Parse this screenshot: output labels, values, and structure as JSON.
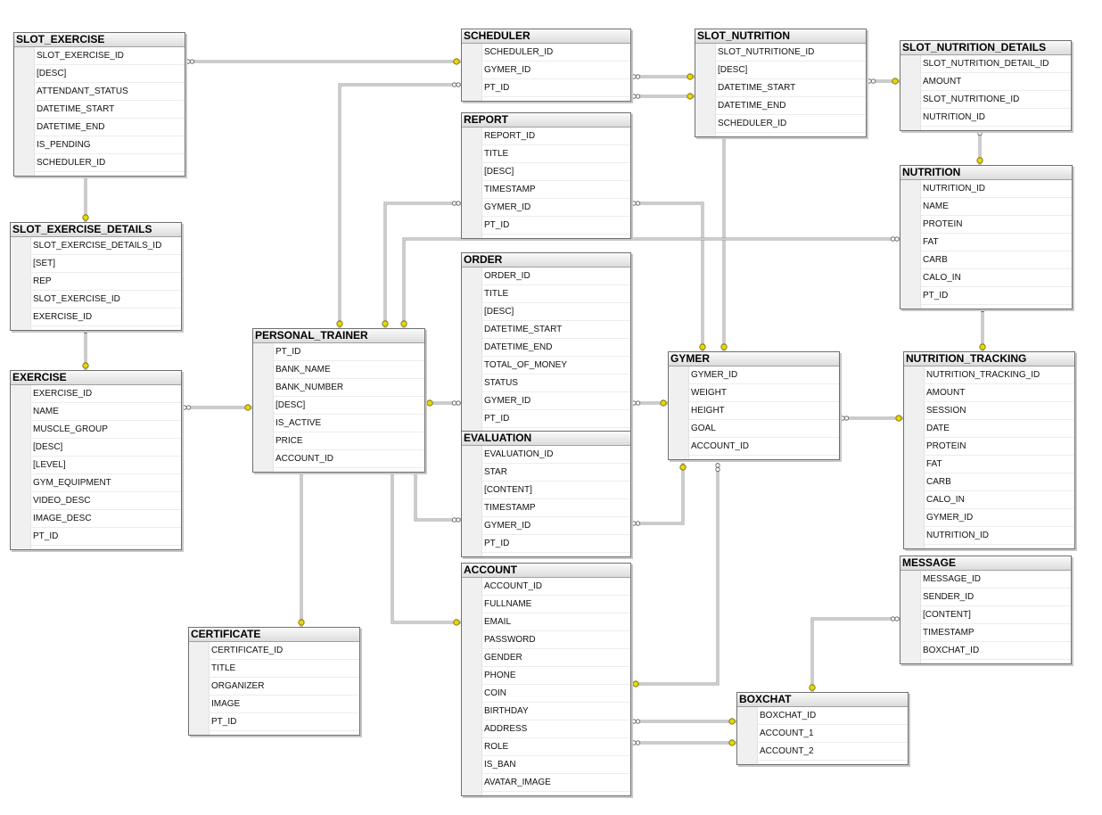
{
  "colors": {
    "line": "#7a7a7a",
    "key": "#e8d700",
    "header": "#dcdcdc",
    "border": "#707070"
  },
  "tables": [
    {
      "id": "slot_exercise",
      "name": "SLOT_EXERCISE",
      "columns": [
        {
          "name": "SLOT_EXERCISE_ID",
          "pk": true
        },
        {
          "name": "[DESC]"
        },
        {
          "name": "ATTENDANT_STATUS"
        },
        {
          "name": "DATETIME_START"
        },
        {
          "name": "DATETIME_END"
        },
        {
          "name": "IS_PENDING"
        },
        {
          "name": "SCHEDULER_ID"
        }
      ]
    },
    {
      "id": "slot_exercise_details",
      "name": "SLOT_EXERCISE_DETAILS",
      "columns": [
        {
          "name": "SLOT_EXERCISE_DETAILS_ID",
          "pk": true
        },
        {
          "name": "[SET]"
        },
        {
          "name": "REP"
        },
        {
          "name": "SLOT_EXERCISE_ID"
        },
        {
          "name": "EXERCISE_ID"
        }
      ]
    },
    {
      "id": "exercise",
      "name": "EXERCISE",
      "columns": [
        {
          "name": "EXERCISE_ID",
          "pk": true
        },
        {
          "name": "NAME"
        },
        {
          "name": "MUSCLE_GROUP"
        },
        {
          "name": "[DESC]"
        },
        {
          "name": "[LEVEL]"
        },
        {
          "name": "GYM_EQUIPMENT"
        },
        {
          "name": "VIDEO_DESC"
        },
        {
          "name": "IMAGE_DESC"
        },
        {
          "name": "PT_ID"
        }
      ]
    },
    {
      "id": "scheduler",
      "name": "SCHEDULER",
      "columns": [
        {
          "name": "SCHEDULER_ID",
          "pk": true
        },
        {
          "name": "GYMER_ID"
        },
        {
          "name": "PT_ID"
        }
      ]
    },
    {
      "id": "report",
      "name": "REPORT",
      "columns": [
        {
          "name": "REPORT_ID",
          "pk": true
        },
        {
          "name": "TITLE"
        },
        {
          "name": "[DESC]"
        },
        {
          "name": "TIMESTAMP"
        },
        {
          "name": "GYMER_ID"
        },
        {
          "name": "PT_ID"
        }
      ]
    },
    {
      "id": "order",
      "name": "ORDER",
      "columns": [
        {
          "name": "ORDER_ID",
          "pk": true
        },
        {
          "name": "TITLE"
        },
        {
          "name": "[DESC]"
        },
        {
          "name": "DATETIME_START"
        },
        {
          "name": "DATETIME_END"
        },
        {
          "name": "TOTAL_OF_MONEY"
        },
        {
          "name": "STATUS"
        },
        {
          "name": "GYMER_ID"
        },
        {
          "name": "PT_ID"
        }
      ]
    },
    {
      "id": "evaluation",
      "name": "EVALUATION",
      "columns": [
        {
          "name": "EVALUATION_ID",
          "pk": true
        },
        {
          "name": "STAR"
        },
        {
          "name": "[CONTENT]"
        },
        {
          "name": "TIMESTAMP"
        },
        {
          "name": "GYMER_ID"
        },
        {
          "name": "PT_ID"
        }
      ]
    },
    {
      "id": "account",
      "name": "ACCOUNT",
      "columns": [
        {
          "name": "ACCOUNT_ID",
          "pk": true
        },
        {
          "name": "FULLNAME"
        },
        {
          "name": "EMAIL"
        },
        {
          "name": "PASSWORD"
        },
        {
          "name": "GENDER"
        },
        {
          "name": "PHONE"
        },
        {
          "name": "COIN"
        },
        {
          "name": "BIRTHDAY"
        },
        {
          "name": "ADDRESS"
        },
        {
          "name": "ROLE"
        },
        {
          "name": "IS_BAN"
        },
        {
          "name": "AVATAR_IMAGE"
        }
      ]
    },
    {
      "id": "personal_trainer",
      "name": "PERSONAL_TRAINER",
      "columns": [
        {
          "name": "PT_ID",
          "pk": true
        },
        {
          "name": "BANK_NAME"
        },
        {
          "name": "BANK_NUMBER"
        },
        {
          "name": "[DESC]"
        },
        {
          "name": "IS_ACTIVE"
        },
        {
          "name": "PRICE"
        },
        {
          "name": "ACCOUNT_ID"
        }
      ]
    },
    {
      "id": "certificate",
      "name": "CERTIFICATE",
      "columns": [
        {
          "name": "CERTIFICATE_ID",
          "pk": true
        },
        {
          "name": "TITLE"
        },
        {
          "name": "ORGANIZER"
        },
        {
          "name": "IMAGE"
        },
        {
          "name": "PT_ID"
        }
      ]
    },
    {
      "id": "slot_nutrition",
      "name": "SLOT_NUTRITION",
      "columns": [
        {
          "name": "SLOT_NUTRITIONE_ID",
          "pk": true
        },
        {
          "name": "[DESC]"
        },
        {
          "name": "DATETIME_START"
        },
        {
          "name": "DATETIME_END"
        },
        {
          "name": "SCHEDULER_ID"
        }
      ]
    },
    {
      "id": "slot_nutrition_details",
      "name": "SLOT_NUTRITION_DETAILS",
      "columns": [
        {
          "name": "SLOT_NUTRITION_DETAIL_ID",
          "pk": true
        },
        {
          "name": "AMOUNT"
        },
        {
          "name": "SLOT_NUTRITIONE_ID"
        },
        {
          "name": "NUTRITION_ID"
        }
      ]
    },
    {
      "id": "nutrition",
      "name": "NUTRITION",
      "columns": [
        {
          "name": "NUTRITION_ID",
          "pk": true
        },
        {
          "name": "NAME"
        },
        {
          "name": "PROTEIN"
        },
        {
          "name": "FAT"
        },
        {
          "name": "CARB"
        },
        {
          "name": "CALO_IN"
        },
        {
          "name": "PT_ID"
        }
      ]
    },
    {
      "id": "gymer",
      "name": "GYMER",
      "columns": [
        {
          "name": "GYMER_ID",
          "pk": true
        },
        {
          "name": "WEIGHT"
        },
        {
          "name": "HEIGHT"
        },
        {
          "name": "GOAL"
        },
        {
          "name": "ACCOUNT_ID"
        }
      ]
    },
    {
      "id": "nutrition_tracking",
      "name": "NUTRITION_TRACKING",
      "columns": [
        {
          "name": "NUTRITION_TRACKING_ID",
          "pk": true
        },
        {
          "name": "AMOUNT"
        },
        {
          "name": "SESSION"
        },
        {
          "name": "DATE"
        },
        {
          "name": "PROTEIN"
        },
        {
          "name": "FAT"
        },
        {
          "name": "CARB"
        },
        {
          "name": "CALO_IN"
        },
        {
          "name": "GYMER_ID"
        },
        {
          "name": "NUTRITION_ID"
        }
      ]
    },
    {
      "id": "message",
      "name": "MESSAGE",
      "columns": [
        {
          "name": "MESSAGE_ID",
          "pk": true
        },
        {
          "name": "SENDER_ID"
        },
        {
          "name": "[CONTENT]"
        },
        {
          "name": "TIMESTAMP"
        },
        {
          "name": "BOXCHAT_ID"
        }
      ]
    },
    {
      "id": "boxchat",
      "name": "BOXCHAT",
      "columns": [
        {
          "name": "BOXCHAT_ID",
          "pk": true
        },
        {
          "name": "ACCOUNT_1"
        },
        {
          "name": "ACCOUNT_2"
        }
      ]
    }
  ],
  "relationships": [
    {
      "from": "slot_exercise",
      "to": "scheduler"
    },
    {
      "from": "scheduler",
      "to": "personal_trainer"
    },
    {
      "from": "scheduler",
      "to": "slot_nutrition"
    },
    {
      "from": "slot_nutrition",
      "to": "slot_nutrition_details"
    },
    {
      "from": "slot_nutrition",
      "to": "gymer"
    },
    {
      "from": "slot_exercise",
      "to": "slot_exercise_details"
    },
    {
      "from": "slot_exercise_details",
      "to": "exercise"
    },
    {
      "from": "exercise",
      "to": "personal_trainer"
    },
    {
      "from": "report",
      "to": "personal_trainer"
    },
    {
      "from": "report",
      "to": "gymer"
    },
    {
      "from": "nutrition",
      "to": "personal_trainer"
    },
    {
      "from": "slot_nutrition_details",
      "to": "nutrition"
    },
    {
      "from": "nutrition",
      "to": "nutrition_tracking"
    },
    {
      "from": "order",
      "to": "personal_trainer"
    },
    {
      "from": "order",
      "to": "gymer"
    },
    {
      "from": "gymer",
      "to": "nutrition_tracking"
    },
    {
      "from": "evaluation",
      "to": "personal_trainer"
    },
    {
      "from": "evaluation",
      "to": "gymer"
    },
    {
      "from": "personal_trainer",
      "to": "certificate"
    },
    {
      "from": "personal_trainer",
      "to": "account"
    },
    {
      "from": "gymer",
      "to": "account"
    },
    {
      "from": "boxchat",
      "to": "account"
    },
    {
      "from": "boxchat",
      "to": "account"
    },
    {
      "from": "boxchat",
      "to": "message"
    }
  ]
}
